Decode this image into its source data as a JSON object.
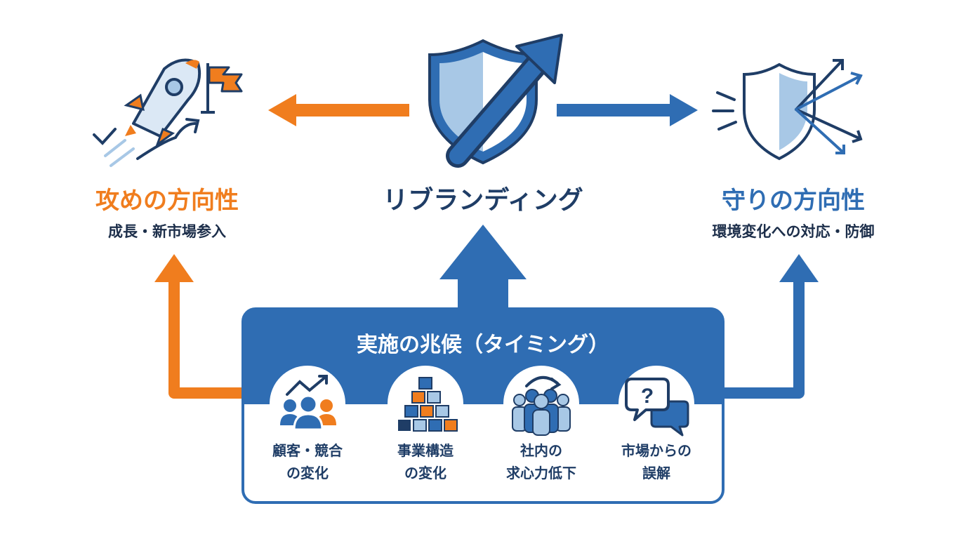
{
  "colors": {
    "orange": "#f07d1e",
    "blue": "#2f6db3",
    "navy": "#1f3d66",
    "light_blue": "#a8c8e6",
    "ink": "#1c2e4a"
  },
  "center": {
    "title": "リブランディング",
    "icon": "shield-arrow-icon"
  },
  "left": {
    "title": "攻めの方向性",
    "subtitle": "成長・新市場参入",
    "icon": "rocket-flag-icon"
  },
  "right": {
    "title": "守りの方向性",
    "subtitle": "環境変化への対応・防御",
    "icon": "shield-deflect-icon"
  },
  "panel": {
    "title": "実施の兆候（タイミング）",
    "items": [
      {
        "line1": "顧客・競合",
        "line2": "の変化",
        "icon": "customers-trend-icon"
      },
      {
        "line1": "事業構造",
        "line2": "の変化",
        "icon": "blocks-structure-icon"
      },
      {
        "line1": "社内の",
        "line2": "求心力低下",
        "icon": "team-cycle-icon"
      },
      {
        "line1": "市場からの",
        "line2": "誤解",
        "icon": "speech-question-icon"
      }
    ]
  }
}
